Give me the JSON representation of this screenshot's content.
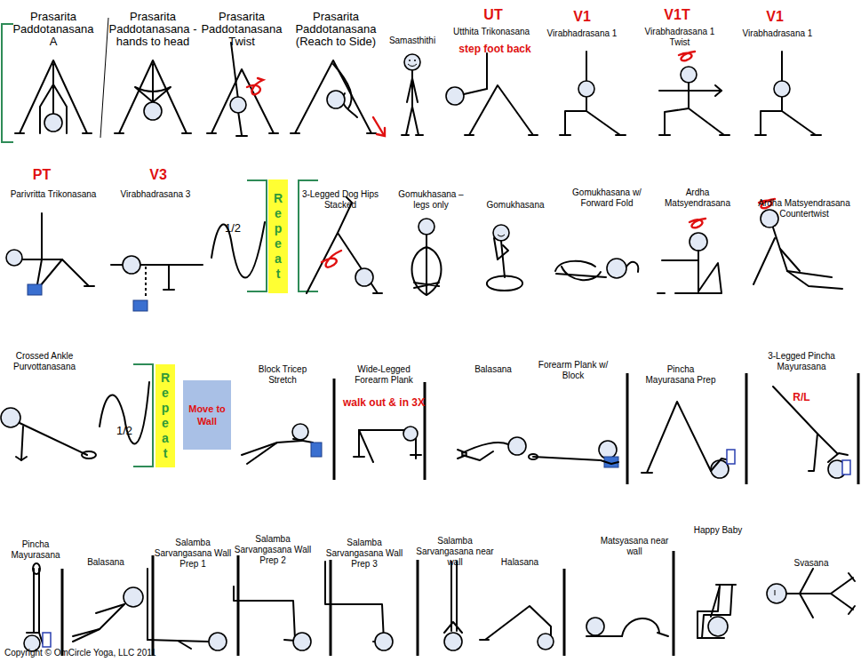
{
  "diagram": {
    "nodes": [
      {
        "text": [
          "Repeat"
        ]
      },
      {
        "text": [
          "Repeat"
        ]
      },
      {
        "text": [
          "Move to Wall"
        ]
      }
    ],
    "labels": [
      "Prasarita Paddotanasana A",
      "Prasarita Paddotanasana - hands to head",
      "Prasarita Paddotanasana Twist",
      "Prasarita Paddotanasana (Reach to Side)",
      "Samasthithi",
      "UT",
      "Utthita Trikonasana",
      "step foot back",
      "V1",
      "Virabhadrasana 1",
      "V1T",
      "Virabhadrasana 1 Twist",
      "V1",
      "Virabhadrasana 1",
      "PT",
      "Parivritta Trikonasana",
      "V3",
      "Virabhadrasana 3",
      "1/2",
      "3-Legged Dog Hips Stacked",
      "Gomukhasana – legs only",
      "Gomukhasana",
      "Gomukhasana w/ Forward Fold",
      "Ardha Matsyendrasana",
      "Ardha Matsyendrasana Countertwist",
      "Crossed Ankle Purvottanasana",
      "1/2",
      "Block Tricep Stretch",
      "Wide-Legged Forearm Plank",
      "walk out & in 3X",
      "Balasana",
      "Forearm Plank w/ Block",
      "Pincha Mayurasana Prep",
      "3-Legged Pincha Mayurasana",
      "R/L",
      "Pincha Mayurasana",
      "Balasana",
      "Salamba Sarvangasana Wall Prep 1",
      "Salamba Sarvangasana Wall Prep 2",
      "Salamba Sarvangasana Wall Prep 3",
      "Salamba Sarvangasana near wall",
      "Halasana",
      "Matsyasana near wall",
      "Happy Baby",
      "Svasana",
      "Copyright © OmCircle Yoga, LLC 2011"
    ]
  }
}
